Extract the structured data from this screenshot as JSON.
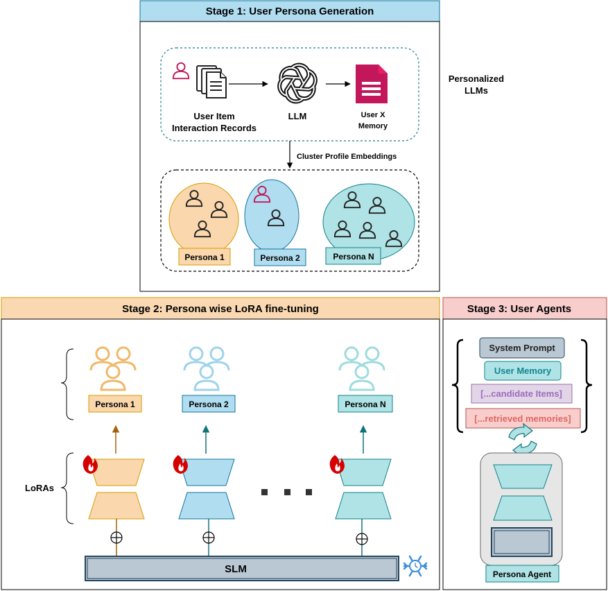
{
  "stage1": {
    "title": "Stage 1: User Persona Generation",
    "records_label_line1": "User Item",
    "records_label_line2": "Interaction Records",
    "llm_label": "LLM",
    "memory_label_line1": "User X",
    "memory_label_line2": "Memory",
    "cluster_label": "Cluster Profile Embeddings",
    "personas": [
      "Persona 1",
      "Persona 2",
      "Persona N"
    ]
  },
  "side_note": {
    "line1": "Personalized",
    "line2": "LLMs"
  },
  "stage2": {
    "title": "Stage 2: Persona wise LoRA fine-tuning",
    "loras_label": "LoRAs",
    "personas": [
      "Persona 1",
      "Persona 2",
      "Persona N"
    ],
    "slm_label": "SLM"
  },
  "stage3": {
    "title": "Stage 3: User Agents",
    "system_prompt": "System Prompt",
    "user_memory": "User Memory",
    "candidate_items": "[...candidate Items]",
    "retrieved_memories": "[...retrieved memories]",
    "agent_label": "Persona Agent"
  },
  "colors": {
    "stage1_header": "#b1ddf0",
    "stage2_header": "#fad9b2",
    "stage3_header": "#f8cecc",
    "persona1": "#fad7ac",
    "persona2": "#b1ddf0",
    "personaN": "#b0e3e6",
    "slm": "#bac8d3",
    "magenta": "#c2185b",
    "teal_text": "#10868f",
    "purple_text": "#9e6bbd",
    "red_text": "#e06660"
  },
  "icons": [
    "user-icon",
    "document-stack-icon",
    "openai-logo-icon",
    "memory-document-icon",
    "fire-icon",
    "snowflake-icon",
    "cycle-arrows-icon",
    "plus-circle-icon"
  ]
}
